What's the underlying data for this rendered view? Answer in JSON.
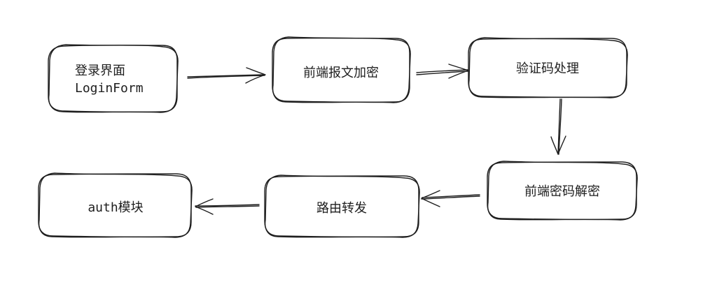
{
  "diagram": {
    "nodes": [
      {
        "id": "login",
        "lines": [
          "登录界面",
          "LoginForm"
        ]
      },
      {
        "id": "encrypt",
        "lines": [
          "前端报文加密"
        ]
      },
      {
        "id": "captcha",
        "lines": [
          "验证码处理"
        ]
      },
      {
        "id": "decrypt",
        "lines": [
          "前端密码解密"
        ]
      },
      {
        "id": "routing",
        "lines": [
          "路由转发"
        ]
      },
      {
        "id": "auth",
        "lines": [
          "auth模块"
        ]
      }
    ],
    "edges": [
      {
        "from": "login",
        "to": "encrypt"
      },
      {
        "from": "encrypt",
        "to": "captcha"
      },
      {
        "from": "captcha",
        "to": "decrypt"
      },
      {
        "from": "decrypt",
        "to": "routing"
      },
      {
        "from": "routing",
        "to": "auth"
      }
    ]
  }
}
